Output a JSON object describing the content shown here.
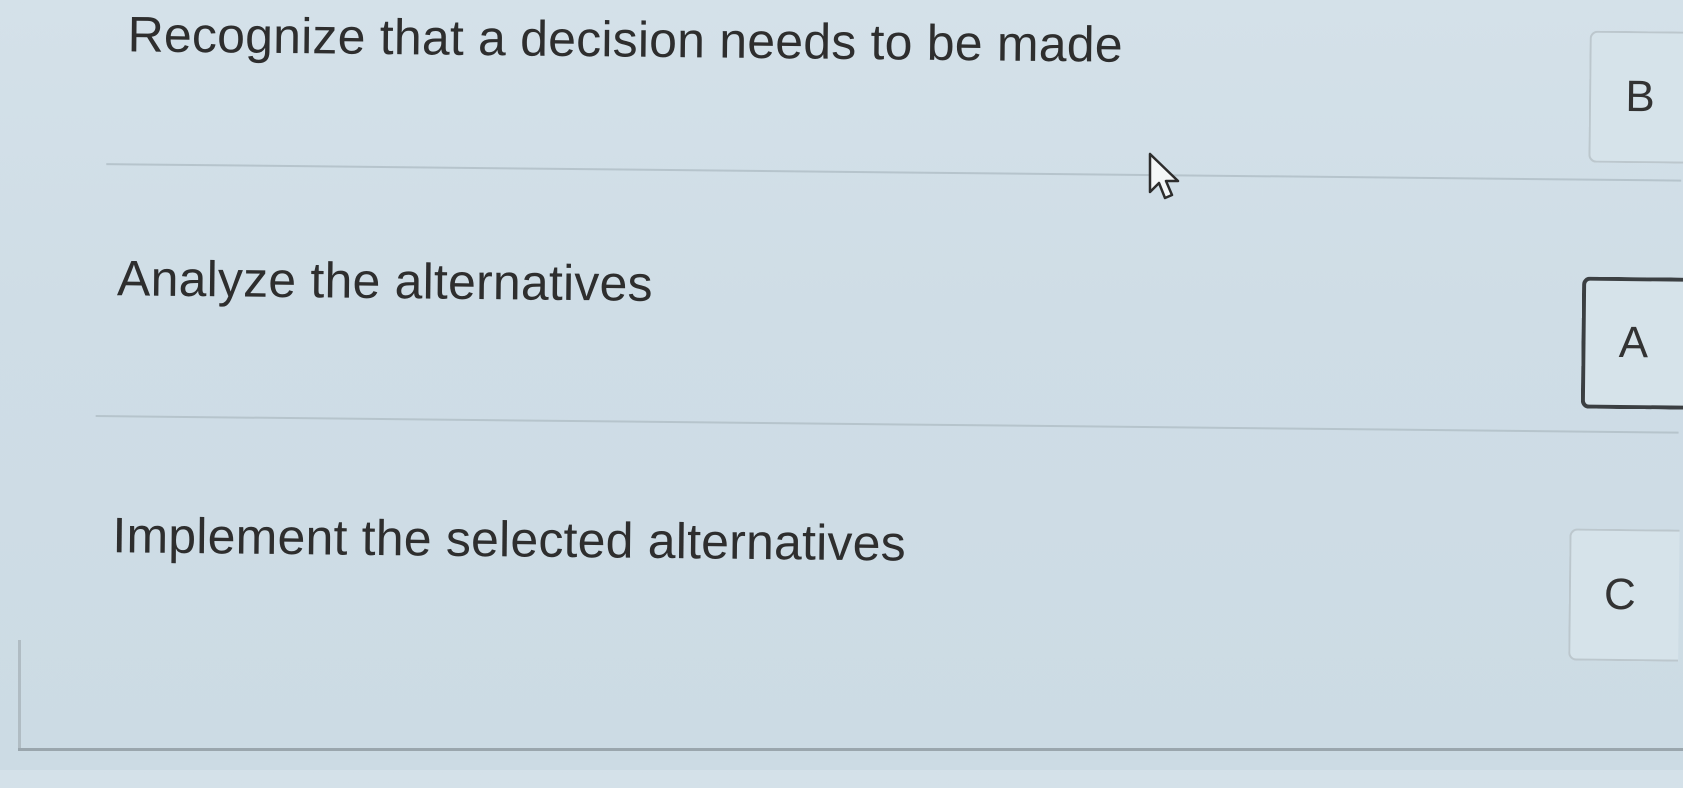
{
  "rows": [
    {
      "statement": "Recognize that a decision needs to be made",
      "answer": "B",
      "selected": false
    },
    {
      "statement": "Analyze the alternatives",
      "answer": "A",
      "selected": true
    },
    {
      "statement": "Implement the selected alternatives",
      "answer": "C",
      "selected": false
    }
  ],
  "icons": {
    "cursor": "mouse-pointer-icon"
  },
  "colors": {
    "background": "#cfdde6",
    "text": "#2e2e2e",
    "selected_border": "#3b3f42"
  }
}
